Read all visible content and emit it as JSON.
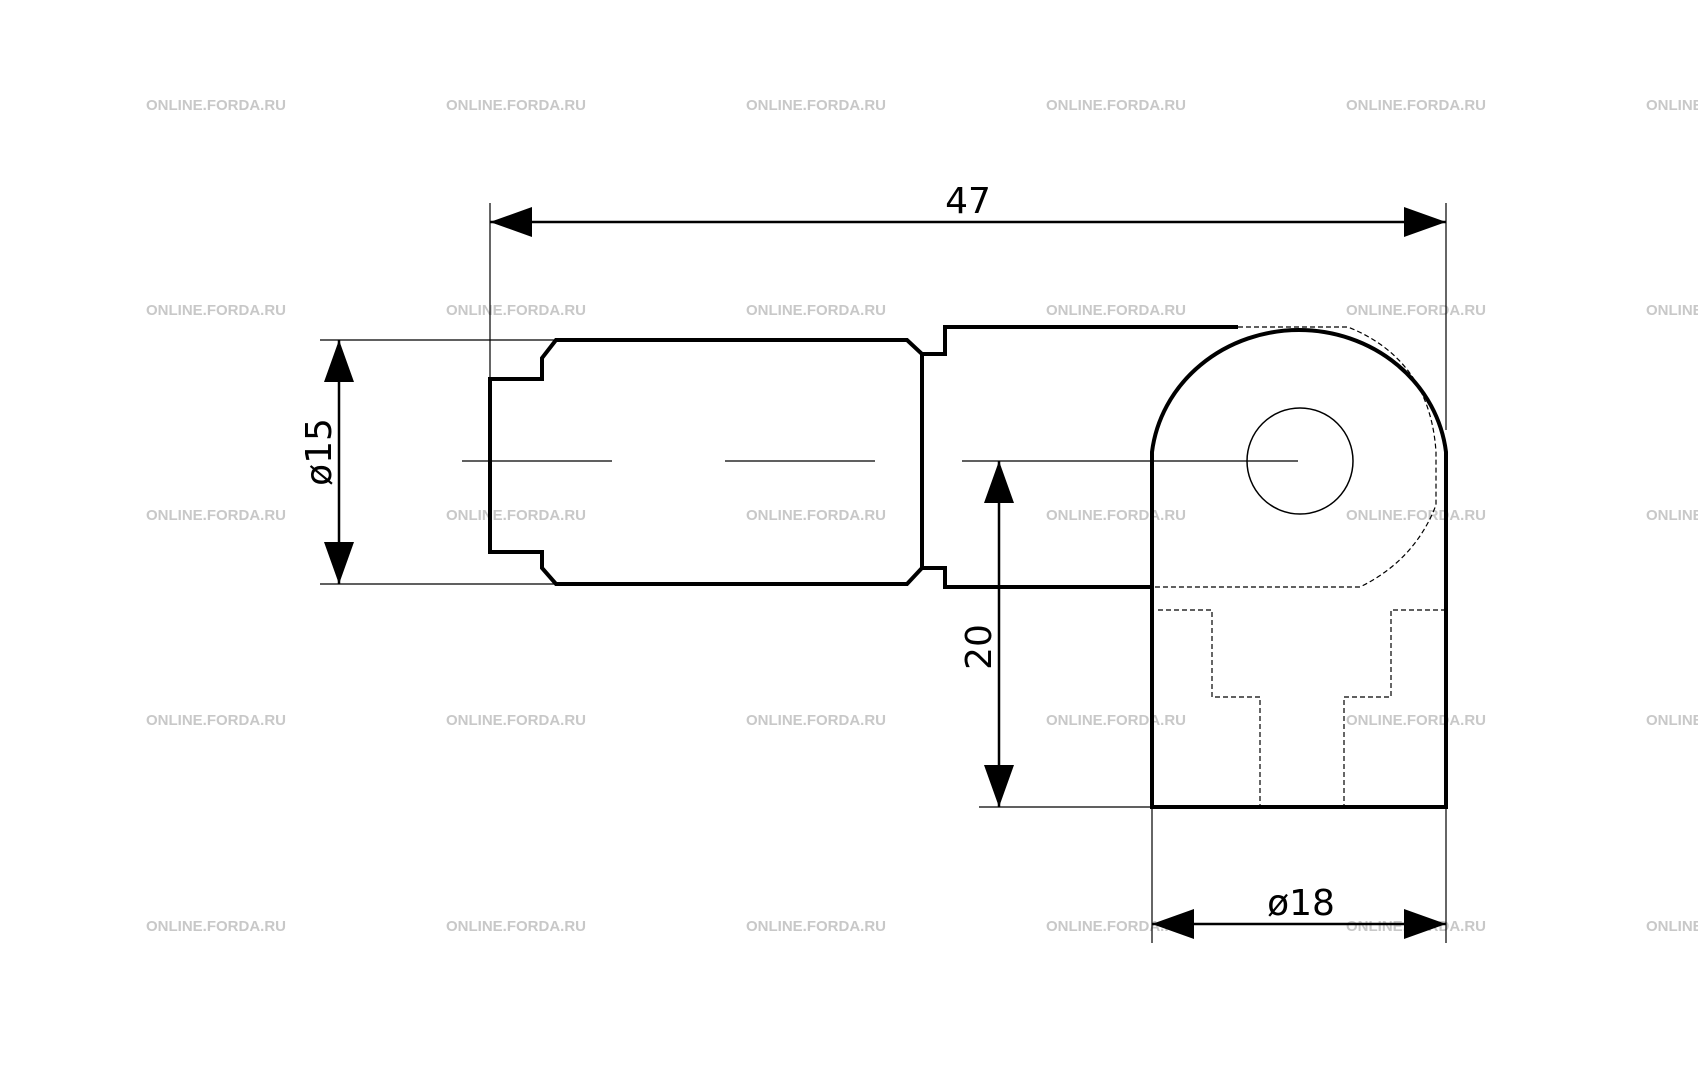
{
  "dimensions": {
    "overall_length": "47",
    "shaft_diameter": "ø15",
    "height": "20",
    "base_diameter": "ø18"
  },
  "watermark": {
    "text": "ONLINE.FORDA.RU"
  },
  "colors": {
    "line": "#000000",
    "watermark": "#c8c8c8",
    "background": "#ffffff"
  }
}
